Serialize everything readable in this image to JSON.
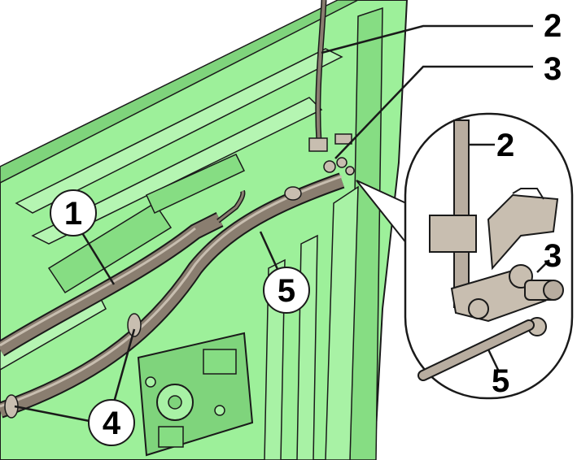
{
  "diagram": {
    "colors": {
      "panel": "#9df09a",
      "panel_dark": "#7fd47c",
      "outline": "#1a1a1a",
      "cable": "#8a7e70",
      "cable_light": "#c8beb0",
      "part": "#b8ada0",
      "background": "#ffffff"
    },
    "callouts": {
      "c1": "1",
      "c2": "2",
      "c3": "3",
      "c4": "4",
      "c5": "5"
    },
    "detail_labels": {
      "d2": "2",
      "d3": "3",
      "d5": "5"
    }
  }
}
